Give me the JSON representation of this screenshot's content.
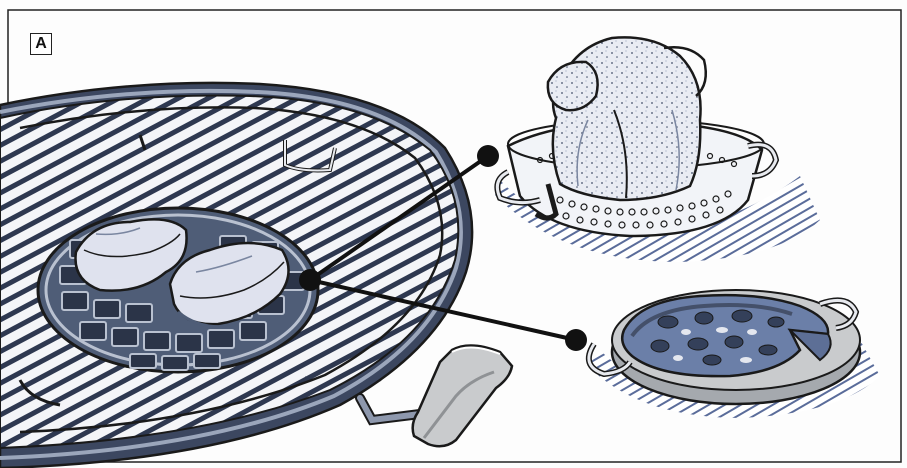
{
  "panel": {
    "label": "A"
  },
  "colors": {
    "outline": "#1a1a1a",
    "steel_blue": "#4f5d77",
    "light_steel": "#b9c1d0",
    "kettle_dark": "#3c4760",
    "kettle_light": "#9ba6bb",
    "handle_gray": "#c9cbcd",
    "shadow_hatch": "#5a6c9a",
    "meat": "#dfe2ee",
    "pizza_blue": "#6b7fa8",
    "pizza_stone": "#a5a9ae",
    "callout": "#111111"
  },
  "illustration": {
    "items": [
      "kettle-grill",
      "gourmet-grate-insert",
      "steaks",
      "poultry-roaster",
      "whole-chicken",
      "pizza-stone",
      "pizza"
    ],
    "callout_lines": 2
  }
}
